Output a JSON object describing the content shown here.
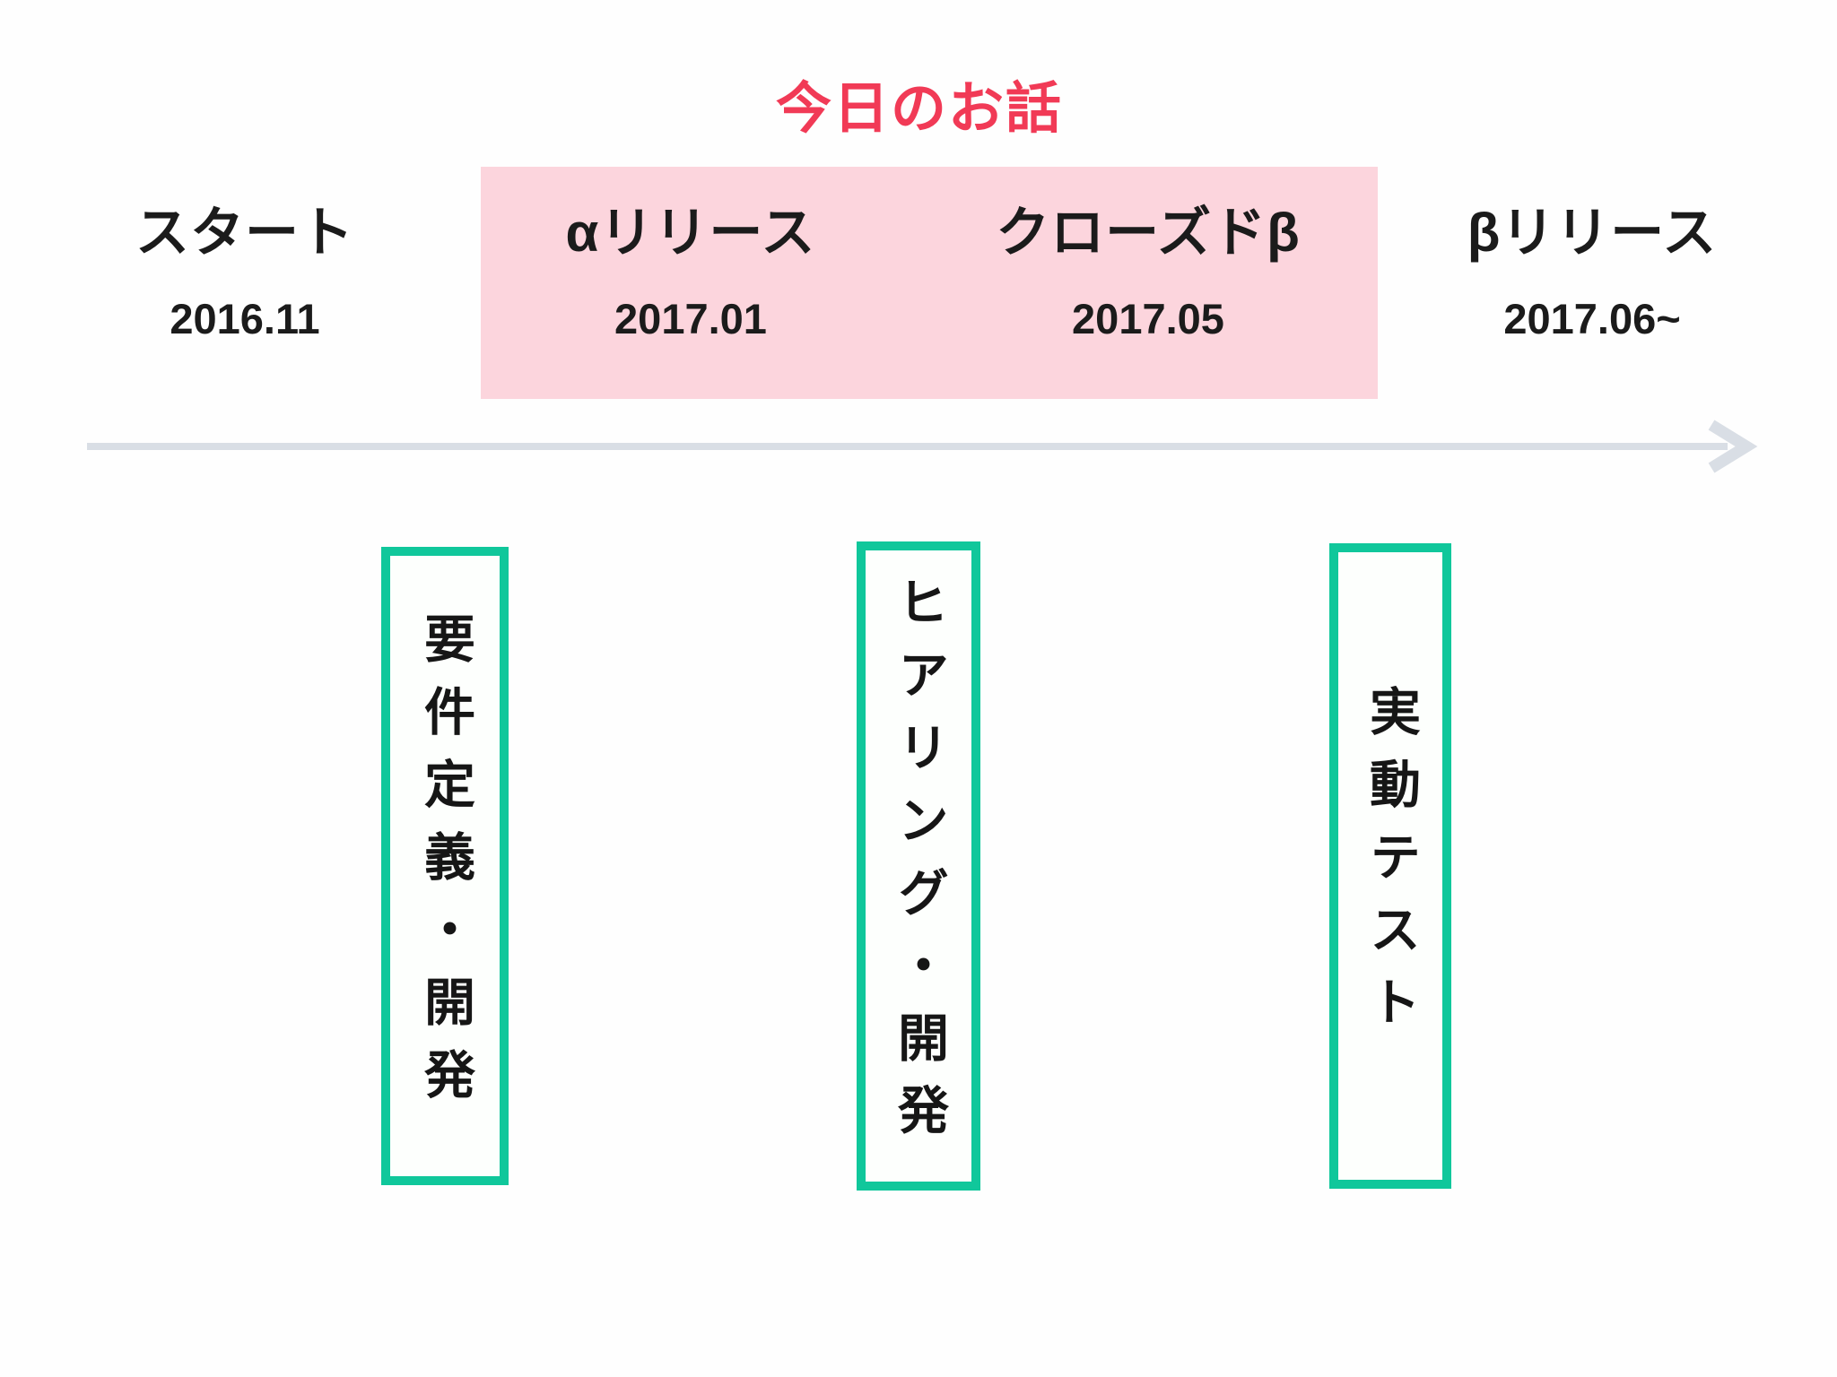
{
  "slide_title": {
    "text": "今日のお話",
    "color": "#f13a56"
  },
  "timeline": {
    "highlight_color": "#fcd5dd",
    "arrow_color": "#d9dee5",
    "milestones": [
      {
        "label": "スタート",
        "date": "2016.11"
      },
      {
        "label": "αリリース",
        "date": "2017.01"
      },
      {
        "label": "クローズドβ",
        "date": "2017.05"
      },
      {
        "label": "βリリース",
        "date": "2017.06~"
      }
    ]
  },
  "phases": [
    {
      "label": "要件定義・開発"
    },
    {
      "label": "ヒアリング・開発"
    },
    {
      "label": "実動テスト"
    }
  ],
  "phase_style": {
    "border_color": "#10c79b",
    "fill_color": "#fdfffd"
  },
  "text_color": "#1b1b1b"
}
